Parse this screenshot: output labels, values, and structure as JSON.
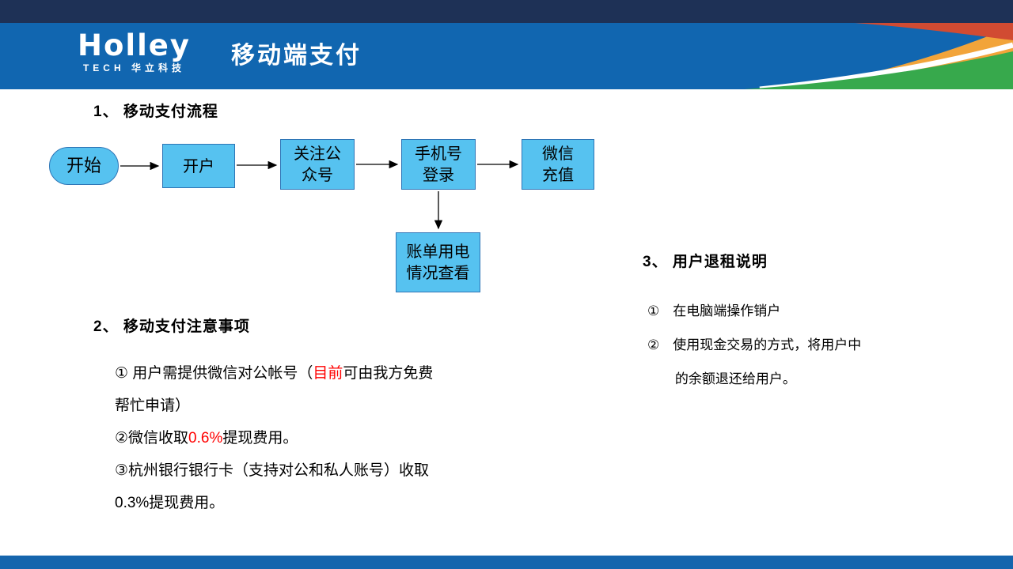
{
  "header": {
    "logo_brand": "Holley",
    "logo_sub": "TECH 华立科技",
    "title": "移动端支付",
    "colors": {
      "top_strip": "#1e3156",
      "band_blue": "#1166b0",
      "decor_red": "#d14b32",
      "decor_orange": "#f2a43a",
      "decor_green": "#37a94c"
    }
  },
  "section1": {
    "heading": "1、 移动支付流程",
    "flow": {
      "start": "开始",
      "open_account": "开户",
      "follow_1": "关注公",
      "follow_2": "众号",
      "login_1": "手机号",
      "login_2": "登录",
      "recharge_1": "微信",
      "recharge_2": "充值",
      "bill_1": "账单用电",
      "bill_2": "情况查看",
      "box_fill": "#56c2f0",
      "box_border": "#2e75b6"
    }
  },
  "section2": {
    "heading": "2、 移动支付注意事项",
    "item1_pre": "① 用户需提供微信对公帐号（",
    "item1_red": "目前",
    "item1_mid": "可由我方免费",
    "item1_cont": "帮忙申请）",
    "item2_pre": "②微信收取",
    "item2_red": "0.6%",
    "item2_post": "提现费用。",
    "item3_pre": "③杭州银行银行卡（支持对公和私人账号）收取",
    "item3_cont": "0.3%提现费用。",
    "accent_red": "#ff0000"
  },
  "section3": {
    "heading": "3、 用户退租说明",
    "item1": "①　在电脑端操作销户",
    "item2_pre": "②　使用现金交易的方式，将用户中",
    "item2_cont": "的余额退还给用户。"
  }
}
